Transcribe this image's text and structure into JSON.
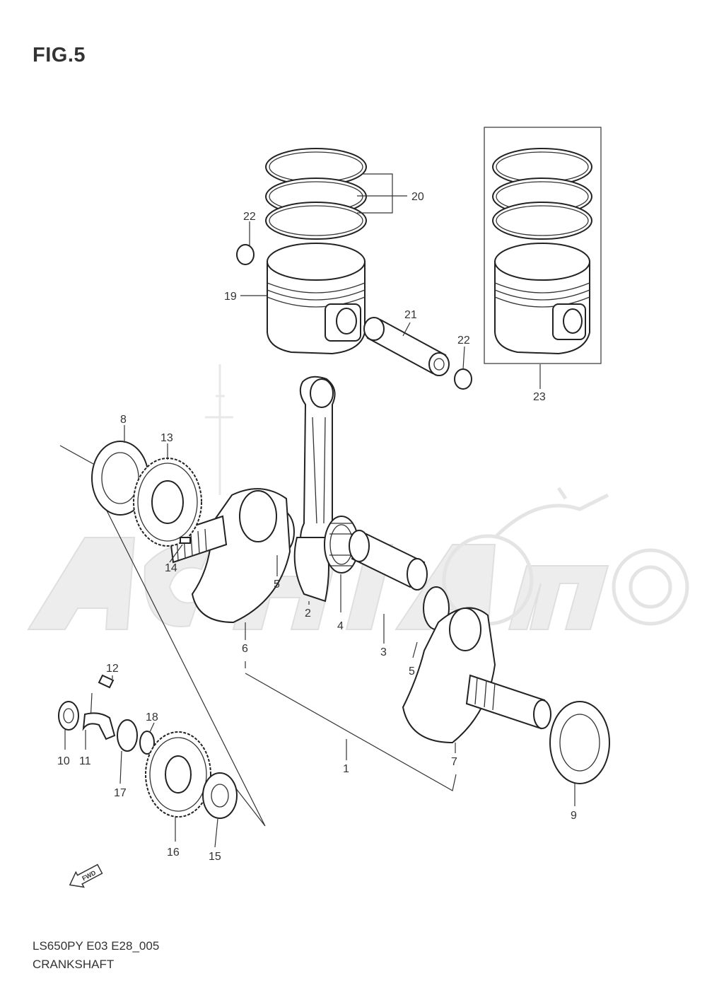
{
  "figure": {
    "title": "FIG.5"
  },
  "footer": {
    "model_code": "LS650PY E03 E28_005",
    "diagram_name": "CRANKSHAFT"
  },
  "fwd_label": "FWD",
  "watermark": "ActiAmo",
  "callouts": [
    {
      "id": "c1",
      "text": "1"
    },
    {
      "id": "c2",
      "text": "2"
    },
    {
      "id": "c3",
      "text": "3"
    },
    {
      "id": "c4",
      "text": "4"
    },
    {
      "id": "c5a",
      "text": "5"
    },
    {
      "id": "c5b",
      "text": "5"
    },
    {
      "id": "c6",
      "text": "6"
    },
    {
      "id": "c7",
      "text": "7"
    },
    {
      "id": "c8",
      "text": "8"
    },
    {
      "id": "c9",
      "text": "9"
    },
    {
      "id": "c10",
      "text": "10"
    },
    {
      "id": "c11",
      "text": "11"
    },
    {
      "id": "c12",
      "text": "12"
    },
    {
      "id": "c13",
      "text": "13"
    },
    {
      "id": "c14",
      "text": "14"
    },
    {
      "id": "c15",
      "text": "15"
    },
    {
      "id": "c16",
      "text": "16"
    },
    {
      "id": "c17",
      "text": "17"
    },
    {
      "id": "c18",
      "text": "18"
    },
    {
      "id": "c19",
      "text": "19"
    },
    {
      "id": "c20",
      "text": "20"
    },
    {
      "id": "c21",
      "text": "21"
    },
    {
      "id": "c22a",
      "text": "22"
    },
    {
      "id": "c22b",
      "text": "22"
    },
    {
      "id": "c23",
      "text": "23"
    }
  ]
}
